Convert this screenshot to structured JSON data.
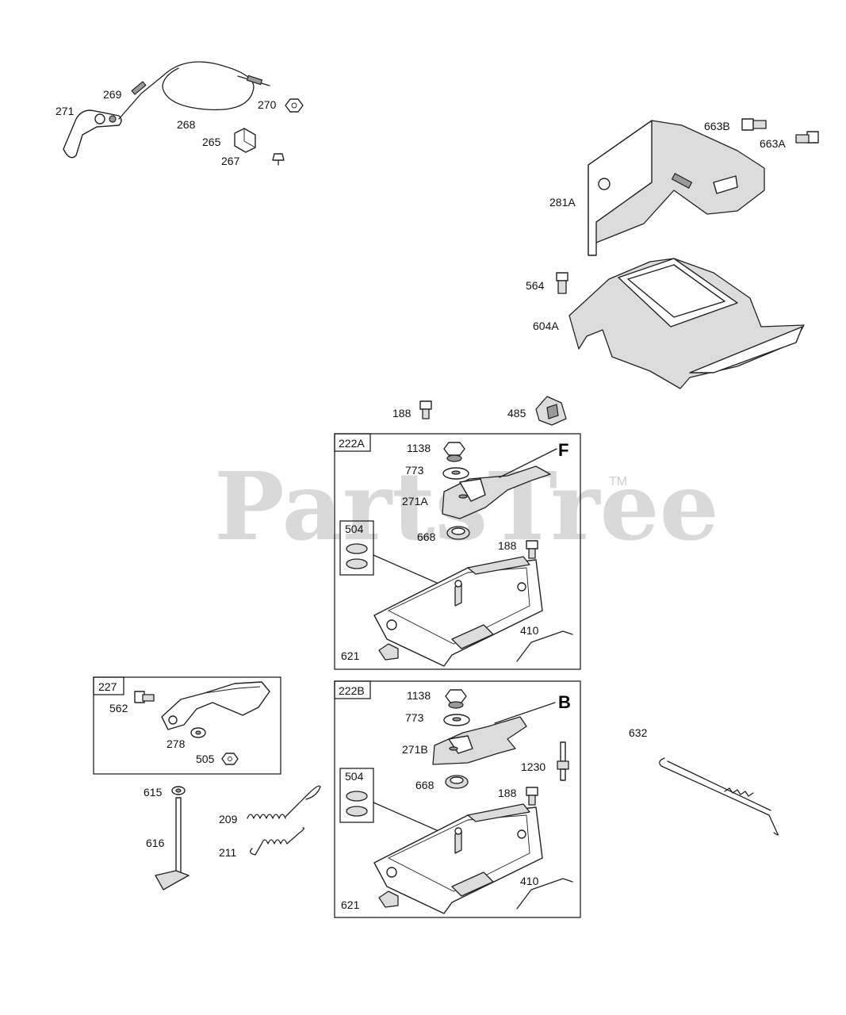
{
  "watermark": {
    "text": "PartsTree",
    "trademark": "TM"
  },
  "callouts": {
    "p271": "271",
    "p269": "269",
    "p268": "268",
    "p270": "270",
    "p265": "265",
    "p267": "267",
    "p663B": "663B",
    "p663A": "663A",
    "p281A": "281A",
    "p564": "564",
    "p604A": "604A",
    "p188_top": "188",
    "p485": "485",
    "p227": "227",
    "p562": "562",
    "p278": "278",
    "p505": "505",
    "p615": "615",
    "p616": "616",
    "p209": "209",
    "p211": "211",
    "p632": "632"
  },
  "group_a": {
    "box": "222A",
    "letter": "F",
    "p1138": "1138",
    "p773": "773",
    "p271A": "271A",
    "p668": "668",
    "p188": "188",
    "p504": "504",
    "p410": "410",
    "p621": "621"
  },
  "group_b": {
    "box": "222B",
    "letter": "B",
    "p1138": "1138",
    "p773": "773",
    "p271B": "271B",
    "p1230": "1230",
    "p668": "668",
    "p188": "188",
    "p504": "504",
    "p410": "410",
    "p621": "621"
  }
}
